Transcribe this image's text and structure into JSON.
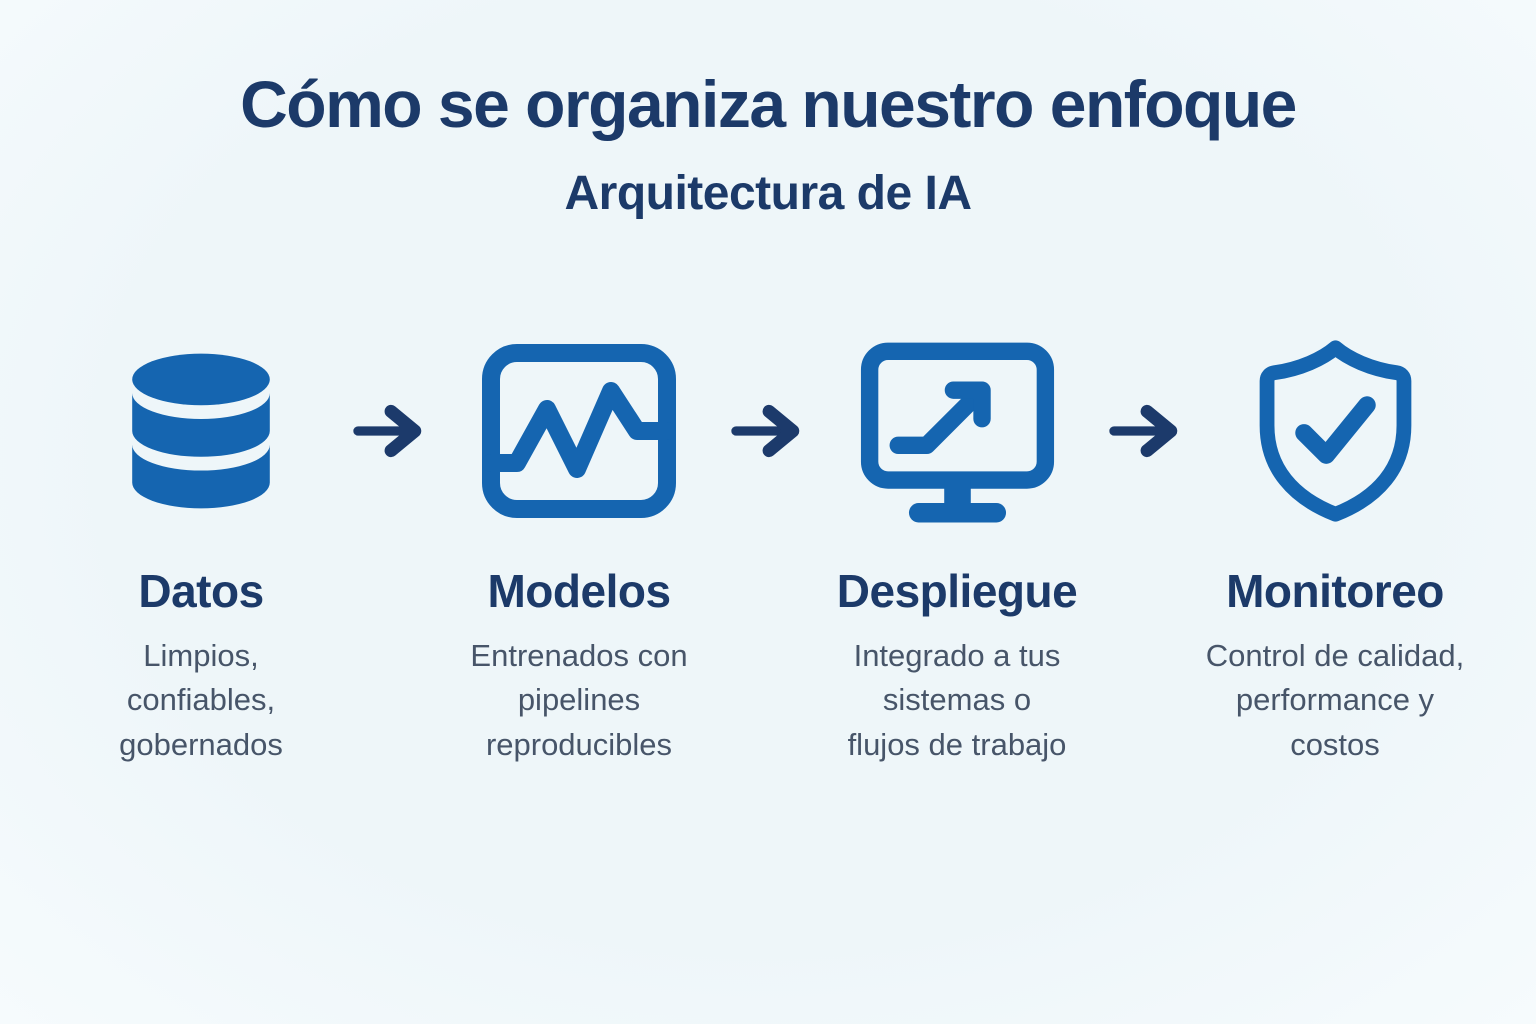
{
  "title": "Cómo se organiza nuestro enfoque",
  "subtitle": "Arquitectura de IA",
  "colors": {
    "background": "#eef6f9",
    "heading": "#1c3a69",
    "body_text": "#475569",
    "icon_blue": "#1565b0",
    "arrow_navy": "#1c3a6b"
  },
  "stages": [
    {
      "icon": "database-icon",
      "label": "Datos",
      "description": "Limpios,\nconfiables,\ngobernados"
    },
    {
      "icon": "line-chart-icon",
      "label": "Modelos",
      "description": "Entrenados con\npipelines\nreproducibles"
    },
    {
      "icon": "monitor-trend-icon",
      "label": "Despliegue",
      "description": "Integrado a tus\nsistemas o\nflujos de trabajo"
    },
    {
      "icon": "shield-check-icon",
      "label": "Monitoreo",
      "description": "Control de calidad,\nperformance y\ncostos"
    }
  ]
}
